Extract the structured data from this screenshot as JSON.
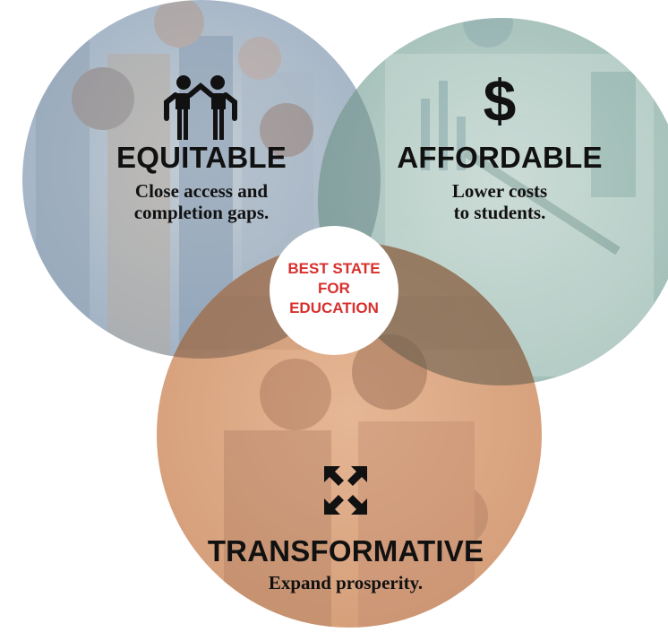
{
  "center": {
    "line1": "BEST STATE",
    "line2": "FOR",
    "line3": "EDUCATION"
  },
  "equitable": {
    "icon": "people-connect-icon",
    "title": "EQUITABLE",
    "desc_line1": "Close access and",
    "desc_line2": "completion gaps."
  },
  "affordable": {
    "icon": "dollar-icon",
    "title": "AFFORDABLE",
    "desc_line1": "Lower costs",
    "desc_line2": "to students."
  },
  "transformative": {
    "icon": "expand-arrows-icon",
    "title": "TRANSFORMATIVE",
    "desc_line1": "Expand prosperity."
  },
  "colors": {
    "equitable_tint": "#a9b8c8",
    "affordable_tint": "#9fbdb7",
    "transformative_tint": "#d9a37d",
    "center_text": "#d7302d"
  }
}
